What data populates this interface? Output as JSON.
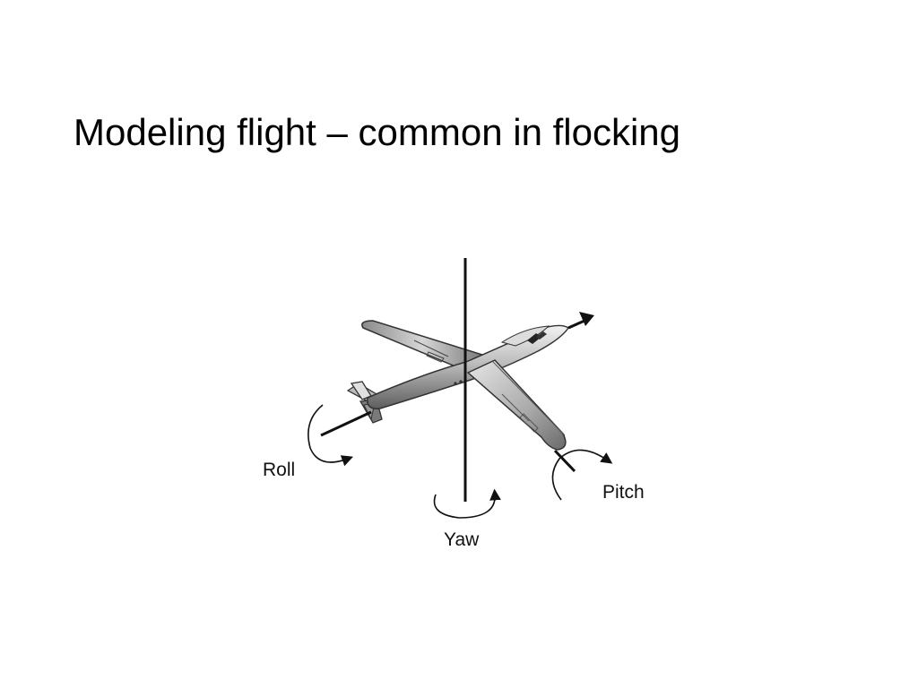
{
  "slide": {
    "title": "Modeling flight – common in flocking"
  },
  "diagram": {
    "labels": {
      "roll": "Roll",
      "yaw": "Yaw",
      "pitch": "Pitch"
    }
  }
}
